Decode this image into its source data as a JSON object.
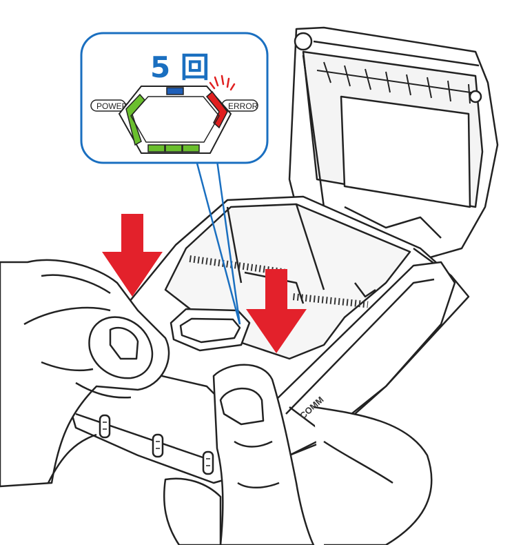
{
  "callout": {
    "count_text": "5 回",
    "power_label": "POWER",
    "error_label": "ERROR"
  },
  "printer": {
    "comm_label": "COMM"
  },
  "colors": {
    "callout_border": "#1a6fc0",
    "count_text": "#1a6fc0",
    "power_led": "#6abf2e",
    "status_led": "#1f5fb8",
    "error_led": "#e02020",
    "arrow": "#e3212b",
    "outline": "#222222"
  },
  "instruction": {
    "press_points": 2,
    "press_count": 5
  },
  "icons": [
    "down-arrow-icon",
    "down-arrow-icon",
    "blink-rays-icon"
  ]
}
